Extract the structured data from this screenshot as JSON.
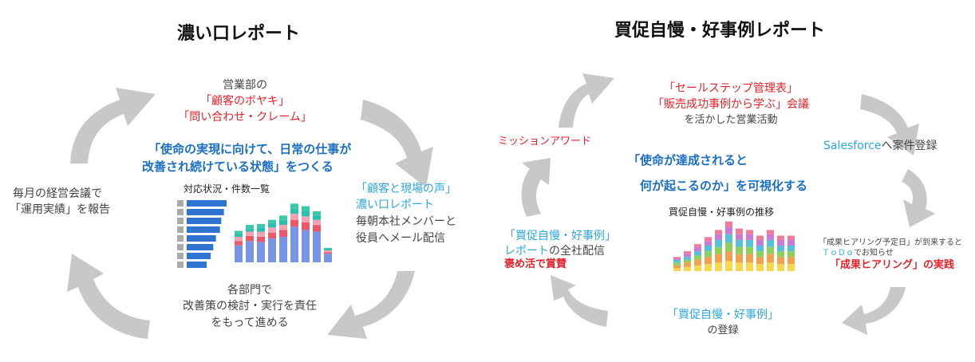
{
  "left": {
    "title": "濃い口レポート",
    "top_line1": "営業部の",
    "top_line2": "「顧客のボヤキ」",
    "top_line3": "「問い合わせ・クレーム」",
    "mission_line1": "「使命の実現に向けて、日常の仕事が",
    "mission_line2": "改善され続けている状態」をつくる",
    "left_line1": "毎月の経営会議で",
    "left_line2": "「運用実績」を報告",
    "right_line1": "「顧客と現場の声」",
    "right_line2": "濃い口レポート",
    "right_line3": "毎朝本社メンバーと",
    "right_line4": "役員へメール配信",
    "bottom_line1": "各部門で",
    "bottom_line2": "改善策の検討・実行を責任",
    "bottom_line3": "をもって進める",
    "chart_title": "対応状況・件数一覧"
  },
  "right": {
    "title": "買促自慢・好事例レポート",
    "top_line1": "「セールステップ管理表」",
    "top_line2": "「販売成功事例から学ぶ」会議",
    "top_line3": "を活かした営業活動",
    "award": "ミッションアワード",
    "mission_line1": "「使命が達成されると",
    "mission_line2": "何が起こるのか」を可視化する",
    "sf_brand": "Salesforce",
    "sf_rest": "へ案件登録",
    "left_line1": "「買促自慢・好事例」",
    "left_line2": "レポート",
    "left_line2b": "の全社配信",
    "left_line3": "褒め活で賞賛",
    "chart_title": "買促自慢・好事例の推移",
    "note_line1": "「成果ヒアリング予定日」が到来すると",
    "note_todo": "ＴｏＤｏ",
    "note_line2b": "でお知らせ",
    "note_line3": "「成果ヒアリング」の実践",
    "bottom_line1": "「買促自慢・好事例」",
    "bottom_line2": "の登録"
  },
  "colors": {
    "arrow": "#c8c8c8",
    "red": "#e8212b",
    "blue": "#1a6fc4",
    "cyan": "#2aa7de"
  },
  "chart_data": [
    {
      "type": "bar",
      "title": "対応状況・件数一覧",
      "series": [
        {
          "values": [
            30,
            28,
            26,
            25,
            22,
            20,
            18,
            15
          ]
        }
      ]
    },
    {
      "type": "bar",
      "series": [
        {
          "values": [
            20,
            25,
            24,
            28,
            30,
            42,
            38,
            36,
            10
          ]
        },
        {
          "values": [
            5,
            6,
            6,
            7,
            8,
            8,
            9,
            8,
            2
          ]
        },
        {
          "values": [
            5,
            5,
            6,
            6,
            6,
            7,
            7,
            6,
            2
          ]
        },
        {
          "values": [
            4,
            4,
            5,
            5,
            6,
            6,
            6,
            5,
            2
          ]
        },
        {
          "values": [
            3,
            4,
            4,
            4,
            5,
            6,
            6,
            5,
            1
          ]
        }
      ]
    },
    {
      "type": "bar",
      "title": "買促自慢・好事例の推移",
      "series": [
        {
          "values": [
            2,
            3,
            4,
            5,
            6,
            7,
            6,
            6,
            5,
            6,
            5,
            5
          ]
        },
        {
          "values": [
            2,
            3,
            4,
            5,
            6,
            7,
            6,
            6,
            5,
            6,
            5,
            5
          ]
        },
        {
          "values": [
            2,
            2,
            3,
            4,
            5,
            6,
            5,
            5,
            4,
            5,
            4,
            4
          ]
        },
        {
          "values": [
            2,
            2,
            3,
            4,
            5,
            6,
            5,
            5,
            4,
            5,
            4,
            4
          ]
        },
        {
          "values": [
            1,
            2,
            3,
            3,
            4,
            5,
            4,
            4,
            4,
            4,
            4,
            4
          ]
        },
        {
          "values": [
            1,
            2,
            2,
            3,
            3,
            4,
            4,
            3,
            3,
            3,
            3,
            3
          ]
        }
      ]
    }
  ]
}
